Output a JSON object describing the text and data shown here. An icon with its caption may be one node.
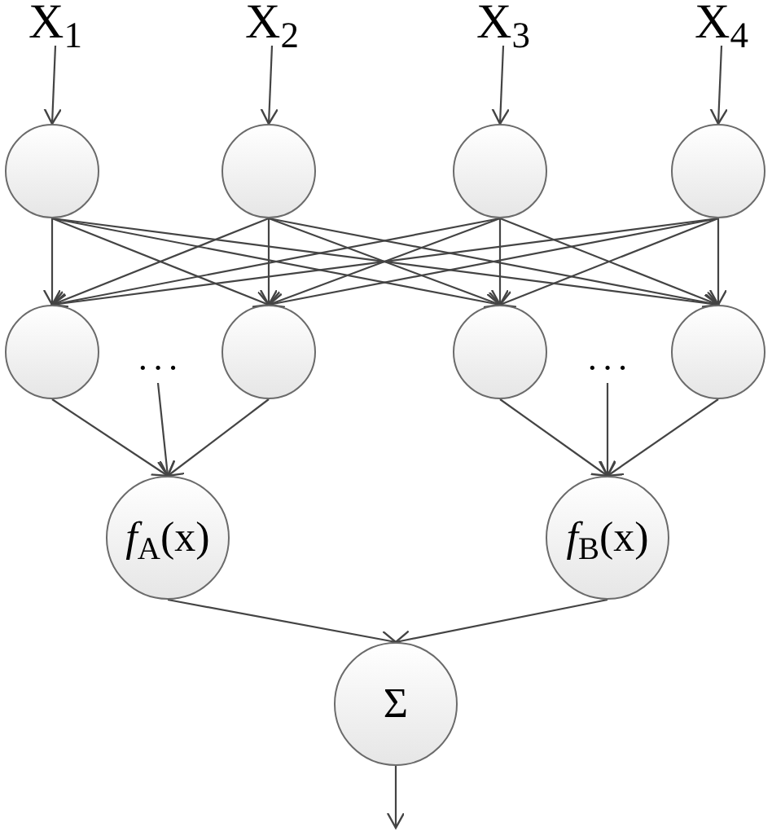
{
  "diagram": {
    "nodes": [
      {
        "text": [
          "X$_{1}$"
        ]
      },
      {
        "text": [
          "X$_{2}$"
        ]
      },
      {
        "text": [
          "X$_{3}$"
        ]
      },
      {
        "text": [
          "X$_{4}$"
        ]
      },
      {
        "text": [],
        "shape": "circle"
      },
      {
        "text": [],
        "shape": "circle"
      },
      {
        "text": [],
        "shape": "circle"
      },
      {
        "text": [],
        "shape": "circle"
      },
      {
        "text": [],
        "shape": "circle"
      },
      {
        "text": [
          "· · ·"
        ]
      },
      {
        "text": [],
        "shape": "circle"
      },
      {
        "text": [],
        "shape": "circle"
      },
      {
        "text": [
          "· · ·"
        ]
      },
      {
        "text": [],
        "shape": "circle"
      },
      {
        "text": [
          "*f*$_{A}$(x)"
        ]
      },
      {
        "text": [
          "*f*$_{B}$(x)"
        ]
      },
      {
        "text": [
          "Σ"
        ]
      }
    ],
    "edges": [
      {
        "from": 0,
        "to": 4,
        "arrow": "to"
      },
      {
        "from": 1,
        "to": 5,
        "arrow": "to"
      },
      {
        "from": 2,
        "to": 6,
        "arrow": "to"
      },
      {
        "from": 3,
        "to": 7,
        "arrow": "to"
      },
      {
        "from": 4,
        "to": 8,
        "arrow": "to"
      },
      {
        "from": 4,
        "to": 10,
        "arrow": "to"
      },
      {
        "from": 4,
        "to": 11,
        "arrow": "to"
      },
      {
        "from": 4,
        "to": 13,
        "arrow": "to"
      },
      {
        "from": 5,
        "to": 8,
        "arrow": "to"
      },
      {
        "from": 5,
        "to": 10,
        "arrow": "to"
      },
      {
        "from": 5,
        "to": 11,
        "arrow": "to"
      },
      {
        "from": 5,
        "to": 13,
        "arrow": "to"
      },
      {
        "from": 6,
        "to": 8,
        "arrow": "to"
      },
      {
        "from": 6,
        "to": 10,
        "arrow": "to"
      },
      {
        "from": 6,
        "to": 11,
        "arrow": "to"
      },
      {
        "from": 6,
        "to": 13,
        "arrow": "to"
      },
      {
        "from": 7,
        "to": 8,
        "arrow": "to"
      },
      {
        "from": 7,
        "to": 10,
        "arrow": "to"
      },
      {
        "from": 7,
        "to": 11,
        "arrow": "to"
      },
      {
        "from": 7,
        "to": 13,
        "arrow": "to"
      },
      {
        "from": 8,
        "to": 14,
        "arrow": "to"
      },
      {
        "from": 9,
        "to": 14,
        "arrow": "to"
      },
      {
        "from": 10,
        "to": 14,
        "arrow": "to"
      },
      {
        "from": 11,
        "to": 15,
        "arrow": "to"
      },
      {
        "from": 12,
        "to": 15,
        "arrow": "to"
      },
      {
        "from": 13,
        "to": 15,
        "arrow": "to"
      },
      {
        "from": 14,
        "to": 16,
        "arrow": "to"
      },
      {
        "from": 15,
        "to": 16,
        "arrow": "to"
      },
      {
        "from": 16,
        "to": null,
        "arrow": "to"
      }
    ]
  }
}
